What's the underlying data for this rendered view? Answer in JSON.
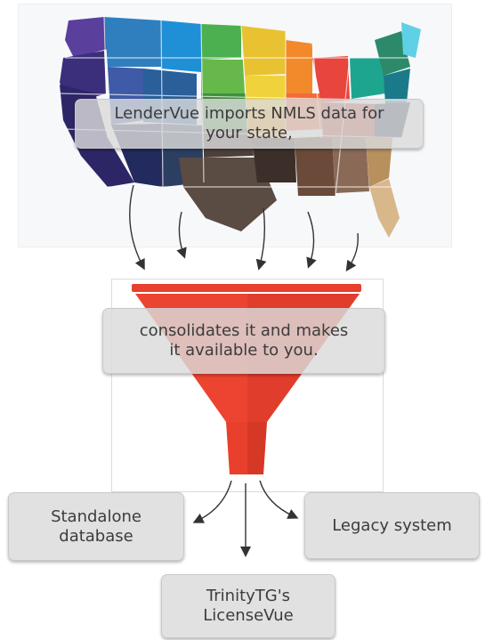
{
  "step_import": "LenderVue imports NMLS data for\nyour state,",
  "step_consolidate": "consolidates it and makes\nit available to you.",
  "outputs": {
    "standalone": "Standalone\ndatabase",
    "legacy": "Legacy system",
    "licensevue": "TrinityTG's\nLicenseVue"
  },
  "colors": {
    "funnel": "#e8402d",
    "funnel_dark": "#c93422",
    "box_fill": "#dadada",
    "arrow": "#333333"
  }
}
